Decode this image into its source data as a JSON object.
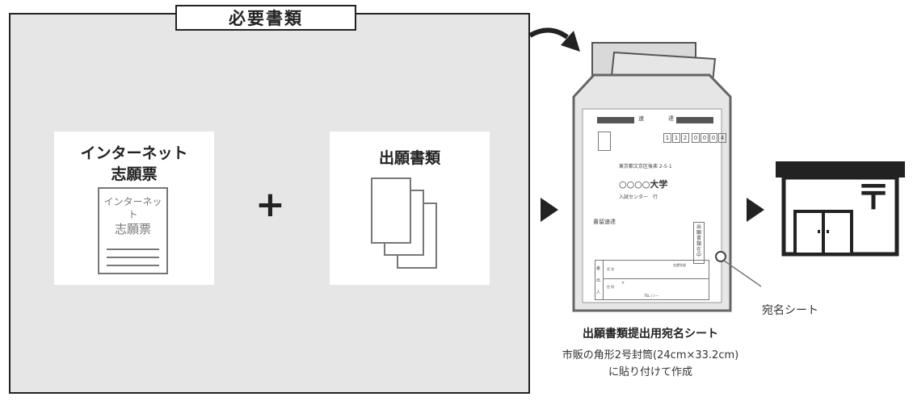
{
  "section_title": "必要書類",
  "card1": {
    "title_line1": "インターネット",
    "title_line2": "志願票",
    "doc_line1": "インターネット",
    "doc_line2": "志願票"
  },
  "plus_sign": "+",
  "card2": {
    "title": "出願書類"
  },
  "envelope": {
    "top_left_label": "速",
    "top_right_label": "達",
    "postal_code": [
      "1",
      "1",
      "2",
      "0",
      "0",
      "0",
      "4"
    ],
    "address": "東京都文京区後楽 2-5-1",
    "university": "○○○○大学",
    "university_suffix": "入試センター　行",
    "registered": "書留速達",
    "side_stamp": "出願書類在中",
    "sender_side_label": "差出人",
    "form_labels": [
      "氏 名",
      "住 所",
      "志望学部",
      "〒",
      "TEL ( ) ―"
    ]
  },
  "callout_label": "宛名シート",
  "caption_title": "出願書類提出用宛名シート",
  "caption_line1": "市販の角形2号封筒(24cm×33.2cm)",
  "caption_line2": "に貼り付けて作成",
  "post_office_mark": "〒"
}
